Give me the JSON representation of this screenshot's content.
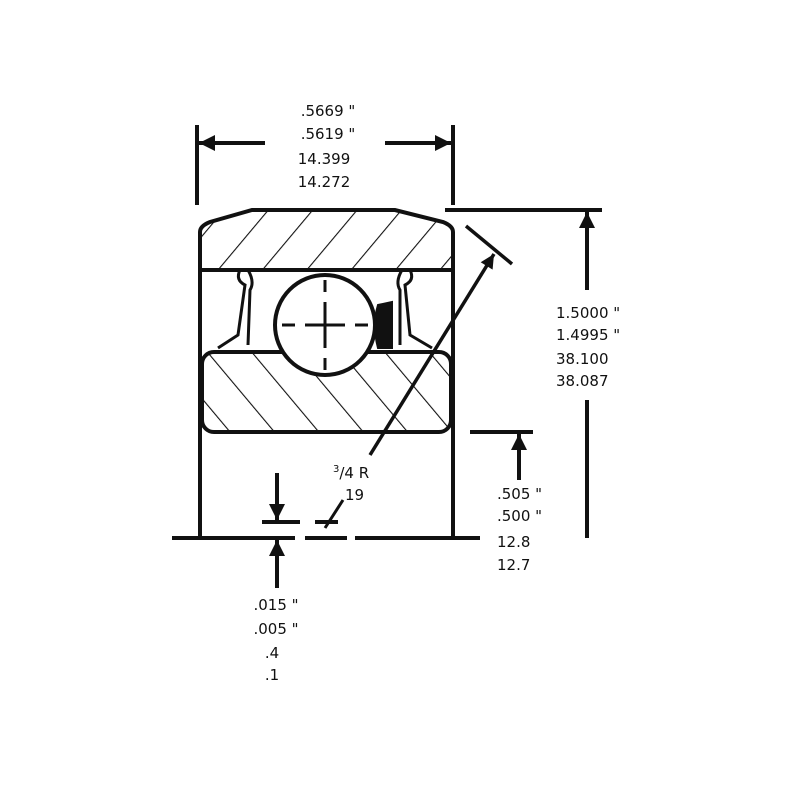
{
  "drawing": {
    "width_dimension": {
      "max_in": ".5669 \"",
      "min_in": ".5619 \"",
      "max_mm": "14.399",
      "min_mm": "14.272"
    },
    "outer_diameter_dimension": {
      "max_in": "1.5000 \"",
      "min_in": "1.4995 \"",
      "max_mm": "38.100",
      "min_mm": "38.087"
    },
    "inner_height_dimension": {
      "max_in": ".505 \"",
      "min_in": ".500 \"",
      "max_mm": "12.8",
      "min_mm": "12.7"
    },
    "radius_label": {
      "fraction_num": "3",
      "fraction_den": "/4 R",
      "mm": "19"
    },
    "offset_dimension": {
      "max_in": ".015 \"",
      "min_in": ".005 \"",
      "max_mm": ".4",
      "min_mm": ".1"
    },
    "line_color": "#111111"
  }
}
